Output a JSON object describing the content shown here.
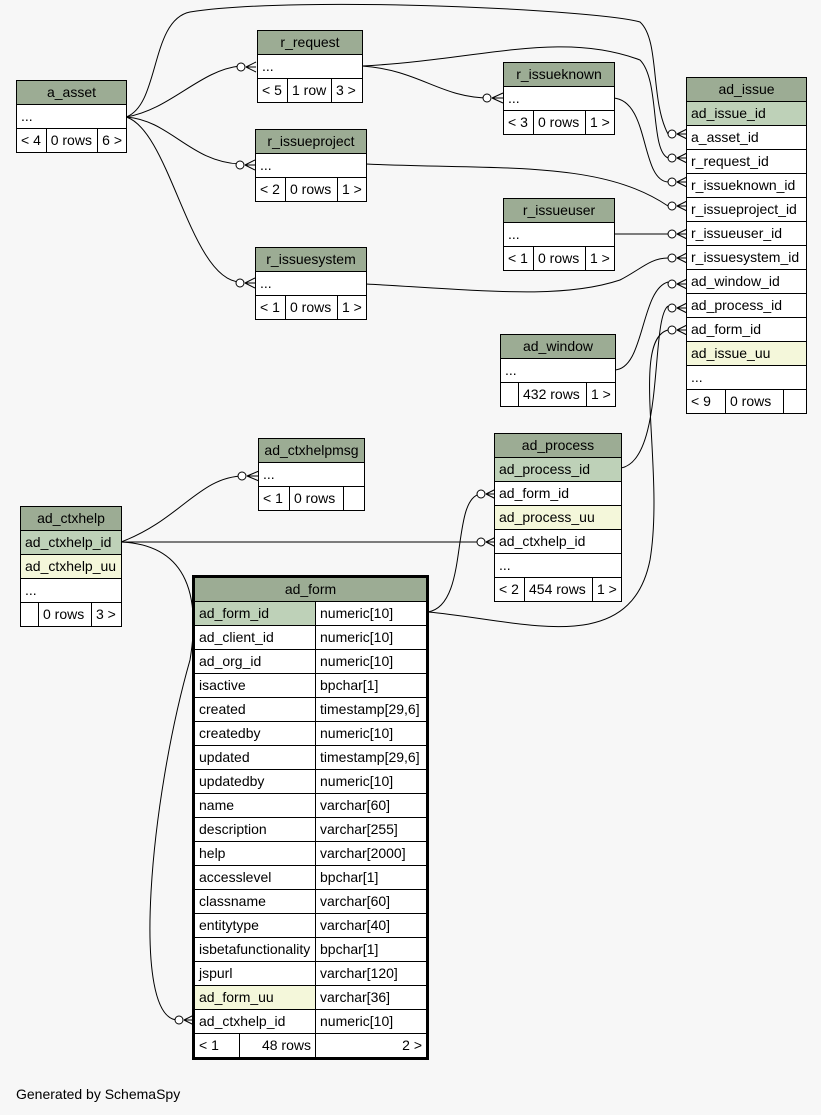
{
  "footer": "Generated by SchemaSpy",
  "tables": {
    "a_asset": {
      "name": "a_asset",
      "ellipsis": "...",
      "footer": [
        "< 4",
        "0 rows",
        "6 >"
      ]
    },
    "r_request": {
      "name": "r_request",
      "ellipsis": "...",
      "footer": [
        "< 5",
        "1 row",
        "3 >"
      ]
    },
    "r_issueproject": {
      "name": "r_issueproject",
      "ellipsis": "...",
      "footer": [
        "< 2",
        "0 rows",
        "1 >"
      ]
    },
    "r_issuesystem": {
      "name": "r_issuesystem",
      "ellipsis": "...",
      "footer": [
        "< 1",
        "0 rows",
        "1 >"
      ]
    },
    "r_issueknown": {
      "name": "r_issueknown",
      "ellipsis": "...",
      "footer": [
        "< 3",
        "0 rows",
        "1 >"
      ]
    },
    "r_issueuser": {
      "name": "r_issueuser",
      "ellipsis": "...",
      "footer": [
        "< 1",
        "0 rows",
        "1 >"
      ]
    },
    "ad_window": {
      "name": "ad_window",
      "ellipsis": "...",
      "footer": [
        "",
        "432 rows",
        "1 >"
      ]
    },
    "ad_ctxhelpmsg": {
      "name": "ad_ctxhelpmsg",
      "ellipsis": "...",
      "footer": [
        "< 1",
        "0 rows",
        ""
      ]
    },
    "ad_issue": {
      "name": "ad_issue",
      "columns": [
        "ad_issue_id",
        "a_asset_id",
        "r_request_id",
        "r_issueknown_id",
        "r_issueproject_id",
        "r_issueuser_id",
        "r_issuesystem_id",
        "ad_window_id",
        "ad_process_id",
        "ad_form_id",
        "ad_issue_uu"
      ],
      "ellipsis": "...",
      "footer": [
        "< 9",
        "0 rows",
        ""
      ]
    },
    "ad_process": {
      "name": "ad_process",
      "columns": [
        "ad_process_id",
        "ad_form_id",
        "ad_process_uu",
        "ad_ctxhelp_id"
      ],
      "ellipsis": "...",
      "footer": [
        "< 2",
        "454 rows",
        "1 >"
      ]
    },
    "ad_ctxhelp": {
      "name": "ad_ctxhelp",
      "columns": [
        "ad_ctxhelp_id",
        "ad_ctxhelp_uu"
      ],
      "ellipsis": "...",
      "footer": [
        "",
        "0 rows",
        "3 >"
      ]
    },
    "ad_form": {
      "name": "ad_form",
      "columns": [
        [
          "ad_form_id",
          "numeric[10]"
        ],
        [
          "ad_client_id",
          "numeric[10]"
        ],
        [
          "ad_org_id",
          "numeric[10]"
        ],
        [
          "isactive",
          "bpchar[1]"
        ],
        [
          "created",
          "timestamp[29,6]"
        ],
        [
          "createdby",
          "numeric[10]"
        ],
        [
          "updated",
          "timestamp[29,6]"
        ],
        [
          "updatedby",
          "numeric[10]"
        ],
        [
          "name",
          "varchar[60]"
        ],
        [
          "description",
          "varchar[255]"
        ],
        [
          "help",
          "varchar[2000]"
        ],
        [
          "accesslevel",
          "bpchar[1]"
        ],
        [
          "classname",
          "varchar[60]"
        ],
        [
          "entitytype",
          "varchar[40]"
        ],
        [
          "isbetafunctionality",
          "bpchar[1]"
        ],
        [
          "jspurl",
          "varchar[120]"
        ],
        [
          "ad_form_uu",
          "varchar[36]"
        ],
        [
          "ad_ctxhelp_id",
          "numeric[10]"
        ]
      ],
      "footer": [
        "< 1",
        "48 rows",
        "2 >"
      ]
    }
  }
}
